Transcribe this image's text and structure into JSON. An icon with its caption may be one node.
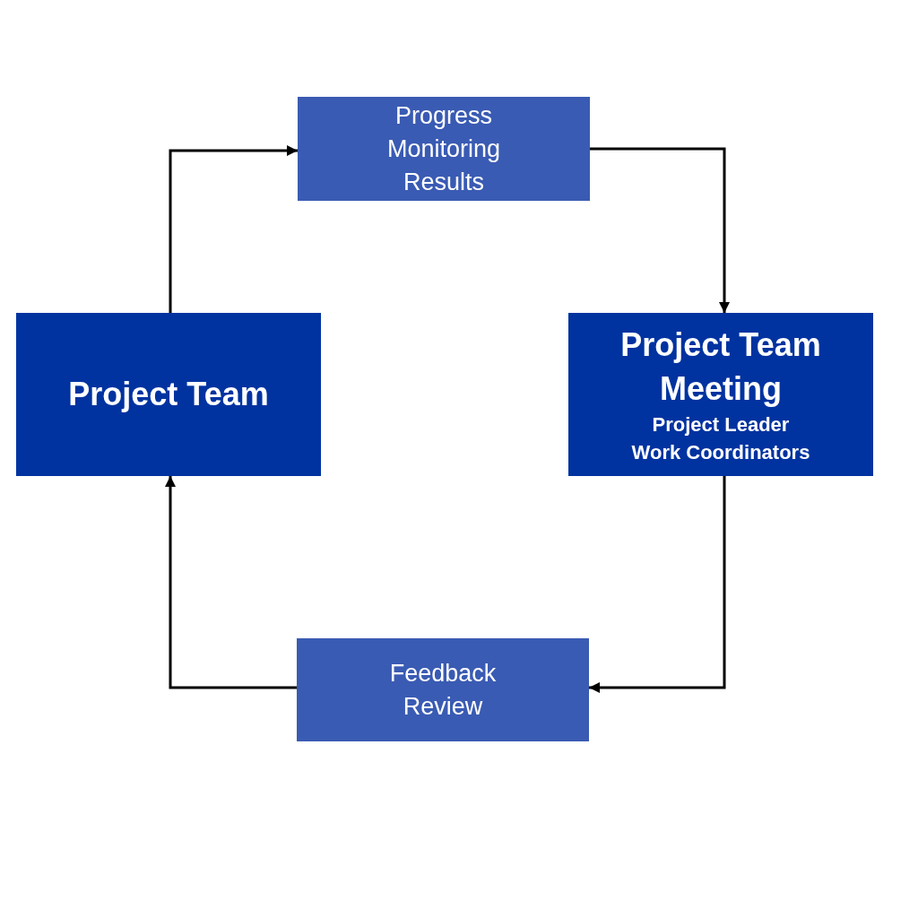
{
  "diagram": {
    "nodes": [
      {
        "text": [
          "Project Team"
        ]
      },
      {
        "text": [
          "Progress Monitoring Results"
        ]
      },
      {
        "text": [
          "Project Team Meeting",
          "Project Leader",
          "Work Coordinators"
        ]
      },
      {
        "text": [
          "Feedback Review"
        ]
      }
    ],
    "edges": [
      {
        "from": 0,
        "to": 1,
        "arrow": "to"
      },
      {
        "from": 1,
        "to": 2,
        "arrow": "to"
      },
      {
        "from": 2,
        "to": 3,
        "arrow": "to"
      },
      {
        "from": 3,
        "to": 0,
        "arrow": "to"
      }
    ]
  }
}
